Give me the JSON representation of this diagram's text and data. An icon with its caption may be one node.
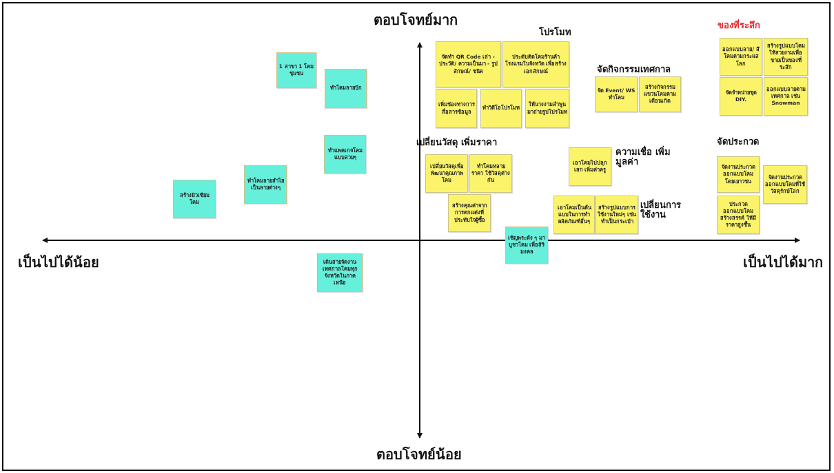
{
  "diagram": {
    "nodes": [
      {
        "text": [
          "1 สาขา 1 โคมชุมชน"
        ]
      },
      {
        "text": [
          "ทำโคมลายปัก"
        ]
      },
      {
        "text": [
          "ทำแพคเกจโคมแบบสวยๆ"
        ]
      },
      {
        "text": [
          "ทำโคมลายลำไยเป็นลายต่างๆ"
        ]
      },
      {
        "text": [
          "สร้างมิวเซียมโคม"
        ]
      },
      {
        "text": [
          "เดินสายจัดงานเทศกาลโคมทุกจังหวัดในภาคเหนือ"
        ]
      },
      {
        "text": [
          "จัดทำ QR Code เล่า - ประวัติ/ ความเป็นมา - รูปลักษณ์/ ชนิด"
        ]
      },
      {
        "text": [
          "ประดับติดโคมร้านค้า โรงแรมในจังหวัด เพื่อสร้างเอกลักษณ์"
        ]
      },
      {
        "text": [
          "เพิ่มช่องทางการสื่อสารข้อมูล"
        ]
      },
      {
        "text": [
          "ทำวิดีโอโปรโมท"
        ]
      },
      {
        "text": [
          "ให้นางงามลำพูนมาถ่ายรูปโปรโมท"
        ]
      },
      {
        "text": [
          "ออกแบบลาย/ สีโคมตามกระแสโลก"
        ]
      },
      {
        "text": [
          "สร้างรูปแบบโคมให้สวยงามเพื่อขายเป็นของที่ระลึก"
        ]
      },
      {
        "text": [
          "จัดจำหน่ายชุด DIY."
        ]
      },
      {
        "text": [
          "ออกแบบลายตามเทศกาล เช่น Snowman"
        ]
      },
      {
        "text": [
          "จัด Event/ WS ทำโคม"
        ]
      },
      {
        "text": [
          "สร้างกิจกรรมแขวนโคมตามเดือนเกิด"
        ]
      },
      {
        "text": [
          "เปลี่ยนวัสดุเพื่อพัฒนาคุณภาพโคม"
        ]
      },
      {
        "text": [
          "ทำโคมหลายราคา ใช้วัสดุต่างกัน"
        ]
      },
      {
        "text": [
          "เอาโคมไปปลุกเสก เพิ่มค่าครู"
        ]
      },
      {
        "text": [
          "จัดงานประกวดออกแบบโคมโดยเยาวชน"
        ]
      },
      {
        "text": [
          "จัดงานประกวดออกแบบโคมที่ใช้วัสดุรักษ์โลก"
        ]
      },
      {
        "text": [
          "สร้างคุณค่าจากการตกแต่งที่ประทับใจผู้ซื้อ"
        ]
      },
      {
        "text": [
          "เอาโคมเป็นต้นแบบในการทำผลิตภัณฑ์อื่นๆ"
        ]
      },
      {
        "text": [
          "สร้างรูปแบบการใช้งานใหม่ๆ เช่น ทำเป็นกระเป๋า"
        ]
      },
      {
        "text": [
          "ประกวดออกแบบโคมสร้างสรรค์ ให้มีราคาสูงขึ้น"
        ]
      },
      {
        "text": [
          "เชิญพระดัง ๆ มาบูชาโคม เพื่อสิริมงคล"
        ]
      }
    ],
    "edges": [],
    "labels": [
      "ตอบโจทย์มาก",
      "โปรโมท",
      "ของที่ระลึก",
      "จัดกิจกรรมเทศกาล",
      "จัดประกวด",
      "เปลี่ยนวัสดุ เพิ่มราคา",
      "ความเชื่อ เพิ่มมูลค่า",
      "เปลี่ยนการใช้งาน",
      "เป็นไปได้น้อย",
      "เป็นไปได้มาก",
      "ตอบโจทย์น้อย"
    ]
  }
}
